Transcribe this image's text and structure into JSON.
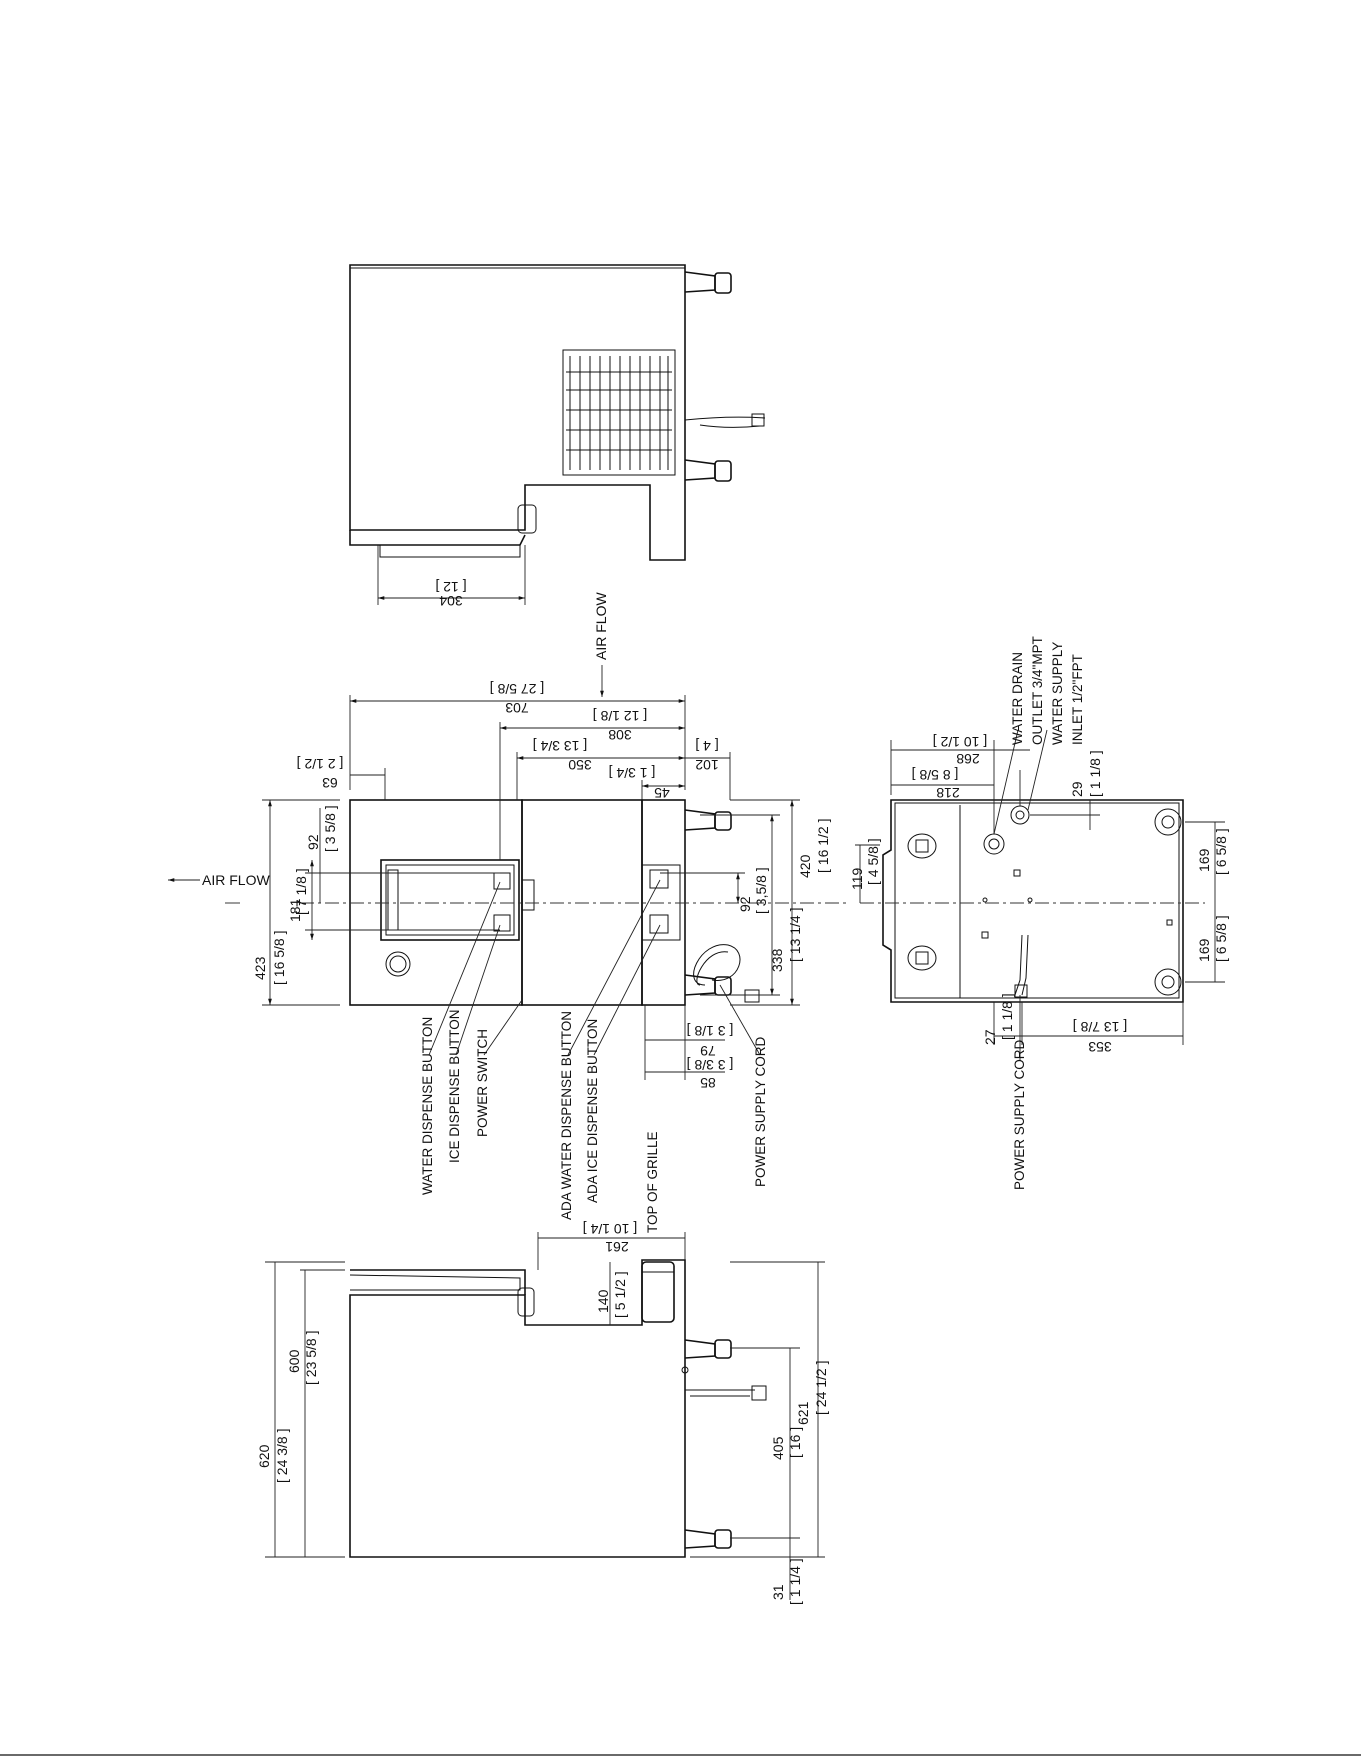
{
  "drawing": {
    "title": "",
    "side_view_top": {
      "dims": {
        "d304": "304",
        "d304_in": "[ 12 ]"
      }
    },
    "front_view": {
      "air_flow_top": "AIR FLOW",
      "air_flow_left": "AIR FLOW",
      "dims": {
        "d703": "703",
        "d703_in": "[ 27 5/8 ]",
        "d308": "308",
        "d308_in": "[ 12 1/8 ]",
        "d350": "350",
        "d350_in": "[ 13 3/4 ]",
        "d102": "102",
        "d102_in": "[ 4 ]",
        "d45": "45",
        "d45_in": "[ 1 3/4 ]",
        "d63": "63",
        "d63_in": "[ 2 1/2 ]",
        "d92a": "92",
        "d92a_in": "[ 3 5/8 ]",
        "d181": "181",
        "d181_in": "[ 7 1/8 ]",
        "d423": "423",
        "d423_in": "[ 16 5/8 ]",
        "d420": "420",
        "d420_in": "[ 16 1/2 ]",
        "d92b": "92",
        "d92b_in": "[ 3,5/8 ]",
        "d338": "338",
        "d338_in": "[ 13 1/4 ]",
        "d79": "79",
        "d79_in": "[ 3 1/8 ]",
        "d85": "85",
        "d85_in": "[ 3 3/8 ]"
      },
      "callouts": {
        "water_dispense": "WATER DISPENSE BUTTON",
        "ice_dispense": "ICE DISPENSE BUTTON",
        "power_switch": "POWER SWITCH",
        "ada_water": "ADA WATER DISPENSE BUTTON",
        "ada_ice": "ADA ICE DISPENSE BUTTON",
        "power_cord": "POWER SUPPLY CORD",
        "top_grille": "TOP OF GRILLE"
      }
    },
    "rear_view": {
      "callouts": {
        "water_drain_1": "WATER DRAIN",
        "water_drain_2": "OUTLET 3/4\"MPT",
        "water_supply_1": "WATER SUPPLY",
        "water_supply_2": "INLET 1/2\"FPT",
        "power_cord": "POWER SUPPLY CORD"
      },
      "dims": {
        "d268": "268",
        "d268_in": "[ 10 1/2 ]",
        "d218": "218",
        "d218_in": "[ 8 5/8 ]",
        "d29": "29",
        "d29_in": "[ 1 1/8 ]",
        "d119": "119",
        "d119_in": "[ 4 5/8 ]",
        "d169a": "169",
        "d169a_in": "[ 6 5/8 ]",
        "d169b": "169",
        "d169b_in": "[ 6 5/8 ]",
        "d27": "27",
        "d27_in": "[ 1 1/8 ]",
        "d353": "353",
        "d353_in": "[ 13 7/8 ]"
      }
    },
    "side_view_bottom": {
      "dims": {
        "d261": "261",
        "d261_in": "[ 10 1/4 ]",
        "d140": "140",
        "d140_in": "[ 5 1/2 ]",
        "d600": "600",
        "d600_in": "[ 23 5/8 ]",
        "d620": "620",
        "d620_in": "[ 24 3/8 ]",
        "d405": "405",
        "d405_in": "[ 16 ]",
        "d621": "621",
        "d621_in": "[ 24 1/2 ]",
        "d31": "31",
        "d31_in": "[ 1 1/4 ]"
      }
    }
  }
}
